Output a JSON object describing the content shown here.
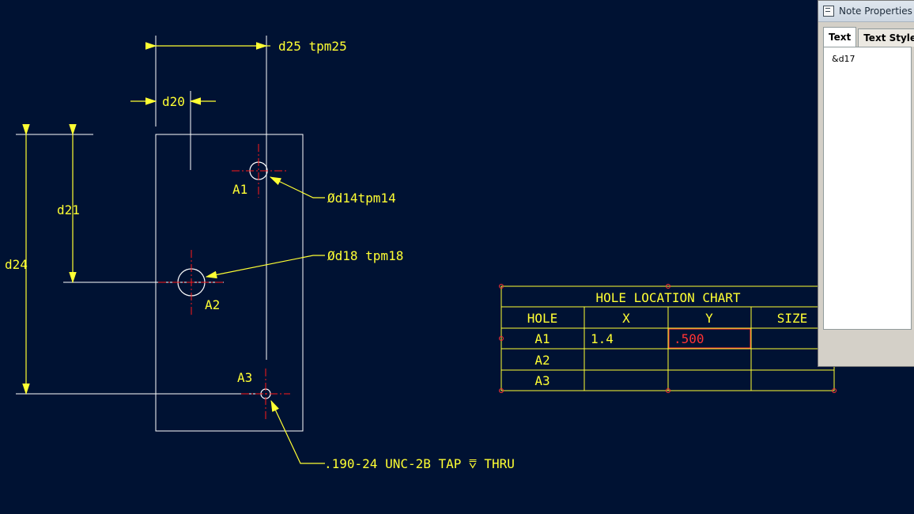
{
  "drawing": {
    "dimensions": {
      "d25": "d25   tpm25",
      "d20": "d20",
      "d21": "d21",
      "d24": "d24"
    },
    "holes": {
      "a1_label": "A1",
      "a2_label": "A2",
      "a3_label": "A3",
      "callout_a1": "Ød14tpm14",
      "callout_a2": "Ød18  tpm18",
      "callout_a3": ".190-24  UNC-2B  TAP  ⩢  THRU"
    },
    "colors": {
      "background": "#001233",
      "annotation": "#ffff33",
      "geometry": "#ffffff",
      "centerline": "#ff1a1a"
    },
    "table": {
      "title": "HOLE LOCATION CHART",
      "headers": [
        "HOLE",
        "X",
        "Y",
        "SIZE"
      ],
      "rows": [
        [
          "A1",
          "1.4",
          ".500",
          ""
        ],
        [
          "A2",
          "",
          "",
          ""
        ],
        [
          "A3",
          "",
          "",
          ""
        ]
      ]
    }
  },
  "dialog": {
    "title": "Note Properties",
    "tabs": [
      {
        "label": "Text"
      },
      {
        "label": "Text Style"
      }
    ],
    "text_content": "&d17"
  }
}
